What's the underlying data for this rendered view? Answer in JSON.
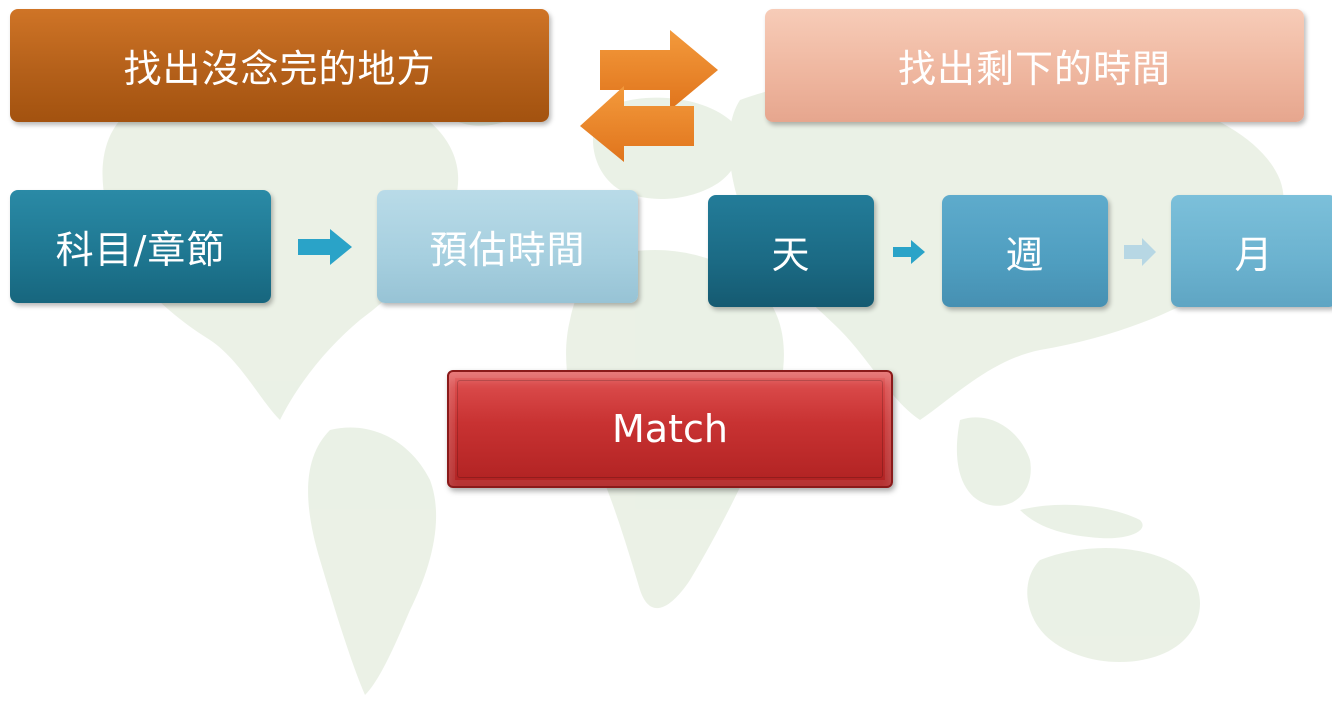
{
  "top_row": {
    "left_label": "找出沒念完的地方",
    "right_label": "找出剩下的時間"
  },
  "middle_row": {
    "subject_label": "科目/章節",
    "estimate_label": "預估時間",
    "day_label": "天",
    "week_label": "週",
    "month_label": "月"
  },
  "match_button": {
    "label": "Match"
  },
  "colors": {
    "orange_box": "#b4601a",
    "peach_box": "#efb7a0",
    "teal_dark": "#1e7690",
    "teal_light": "#a6cfdf",
    "orange_arrow": "#ef8424",
    "blue_arrow": "#2aa3c8",
    "match_red": "#c83232"
  }
}
